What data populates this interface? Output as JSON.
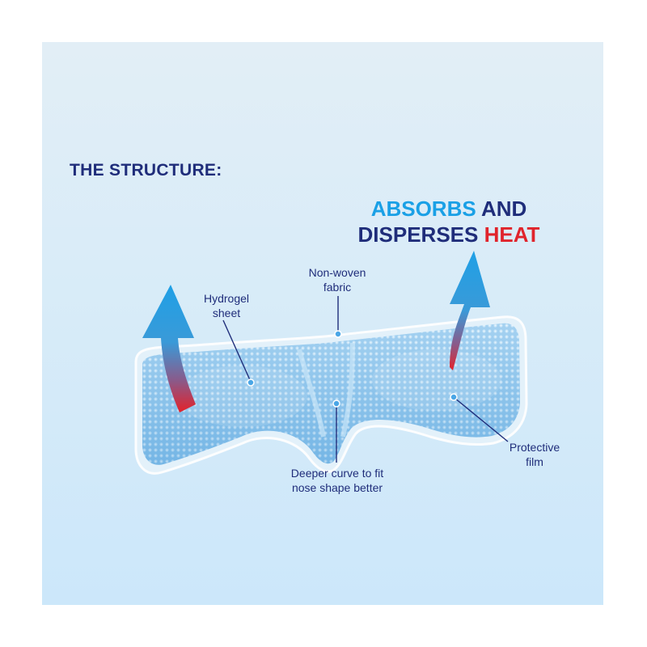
{
  "title": "THE STRUCTURE:",
  "headline": {
    "line1_part1": "ABSORBS",
    "line1_part2": "AND",
    "line2_part1": "DISPERSES",
    "line2_part2": "HEAT"
  },
  "labels": {
    "hydrogel_line1": "Hydrogel",
    "hydrogel_line2": "sheet",
    "nonwoven_line1": "Non-woven",
    "nonwoven_line2": "fabric",
    "protective_line1": "Protective",
    "protective_line2": "film",
    "deeper_line1": "Deeper curve to fit",
    "deeper_line2": "nose shape better"
  },
  "colors": {
    "navy": "#1f2d7a",
    "brand_blue": "#1aa0e6",
    "heat_red": "#e0242c",
    "mask_blue": "#8fc8ef"
  },
  "icons": [
    "heat-arrow-left-icon",
    "heat-arrow-right-icon"
  ]
}
